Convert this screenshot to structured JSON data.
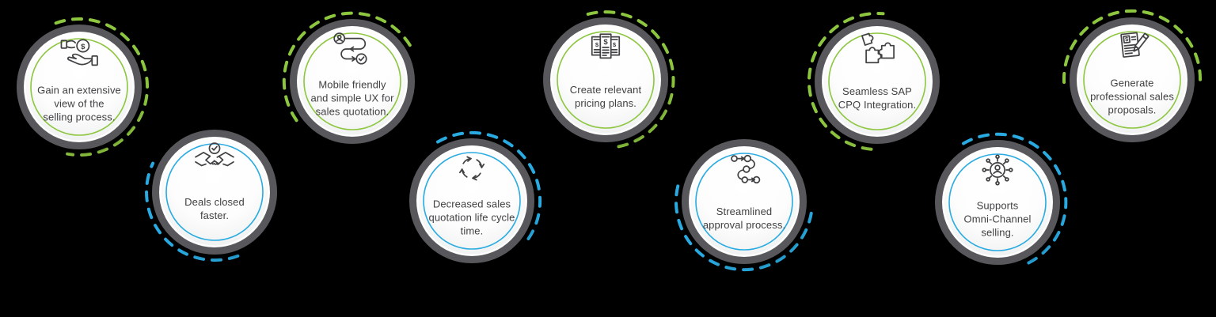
{
  "colors": {
    "background": "#000000",
    "green_accent": "#8dc63f",
    "blue_accent": "#29abe2",
    "ring_gray": "#58595b",
    "circle_fill": "#ffffff",
    "text": "#414042"
  },
  "nodes": [
    {
      "label": "Gain an extensive\nview of the\nselling process.",
      "theme": "green",
      "icon": "give-money-icon"
    },
    {
      "label": "Deals closed\nfaster.",
      "theme": "blue",
      "icon": "handshake-check-icon"
    },
    {
      "label": "Mobile friendly\nand simple UX for\nsales quotation.",
      "theme": "green",
      "icon": "user-journey-icon"
    },
    {
      "label": "Decreased sales\nquotation life cycle\ntime.",
      "theme": "blue",
      "icon": "cycle-arrows-icon"
    },
    {
      "label": "Create relevant\npricing plans.",
      "theme": "green",
      "icon": "pricing-plans-icon"
    },
    {
      "label": "Streamlined\napproval process.",
      "theme": "blue",
      "icon": "approval-workflow-icon"
    },
    {
      "label": "Seamless SAP\nCPQ Integration.",
      "theme": "green",
      "icon": "puzzle-integration-icon"
    },
    {
      "label": "Supports\nOmni-Channel\nselling.",
      "theme": "blue",
      "icon": "omni-channel-hub-icon"
    },
    {
      "label": "Generate\nprofessional sales\nproposals.",
      "theme": "green",
      "icon": "sales-proposal-icon"
    }
  ]
}
